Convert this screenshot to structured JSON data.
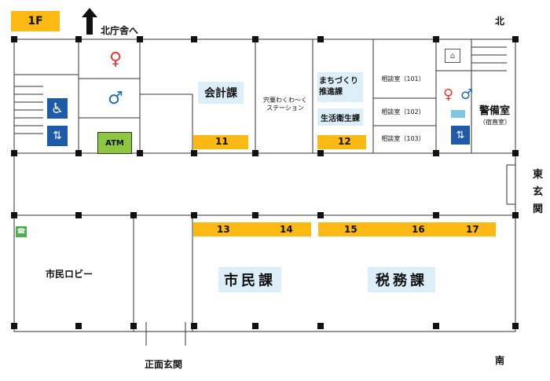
{
  "floor_label": "1F",
  "north_building": "北庁舎へ",
  "compass": {
    "north": "北",
    "south": "南"
  },
  "rooms": {
    "accounting": "会計課",
    "station": "宍粟わくわ～くステーション",
    "machizukuri": "まちづくり推進課",
    "seikatsu": "生活衛生課",
    "soudan_101": "相談室（101）",
    "soudan_102": "相談室（102）",
    "soudan_103": "相談室（103）",
    "guard": "警備室",
    "guard_sub": "（宿直室）",
    "east_entrance": "東玄関",
    "shimin_lobby": "市民ロビー",
    "shimin": "市民課",
    "zeimu": "税務課",
    "atm": "ATM",
    "main_entrance": "正面玄関"
  },
  "counters": [
    "11",
    "12",
    "13",
    "14",
    "15",
    "16",
    "17"
  ],
  "colors": {
    "counter": "#fdb913",
    "room_label_bg": "#dceef8",
    "wc_female": "#e53935",
    "wc_male": "#1e6fb8",
    "accessible": "#1e5aa8",
    "atm": "#8dc63f",
    "phone": "#4caf50"
  },
  "icons": [
    "restroom-female-icon",
    "restroom-male-icon",
    "accessible-toilet-icon",
    "elevator-icon",
    "phone-icon",
    "aed-icon",
    "fire-extinguisher-icon",
    "north-arrow-icon"
  ]
}
